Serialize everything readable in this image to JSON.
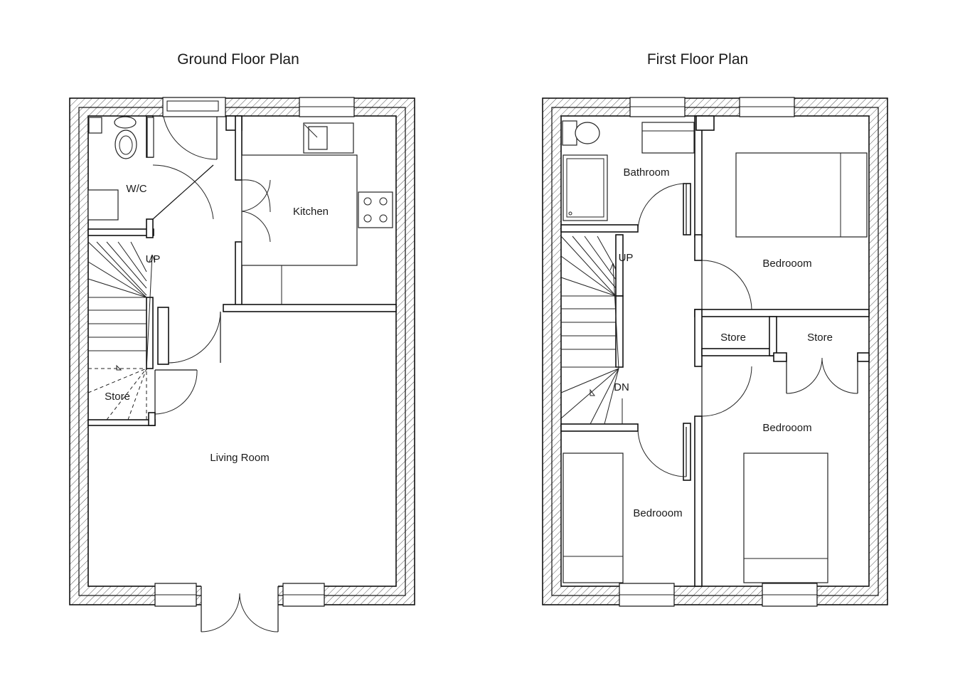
{
  "ground_floor": {
    "title": "Ground Floor Plan",
    "rooms": {
      "wc": "W/C",
      "kitchen": "Kitchen",
      "living_room": "Living Room",
      "store": "Store"
    },
    "stair_label": "UP"
  },
  "first_floor": {
    "title": "First Floor Plan",
    "rooms": {
      "bathroom": "Bathroom",
      "bedroom_top": "Bedrooom",
      "store_left": "Store",
      "store_right": "Store",
      "bedroom_right": "Bedrooom",
      "bedroom_left": "Bedrooom"
    },
    "stair_up_label": "UP",
    "stair_down_label": "DN"
  }
}
